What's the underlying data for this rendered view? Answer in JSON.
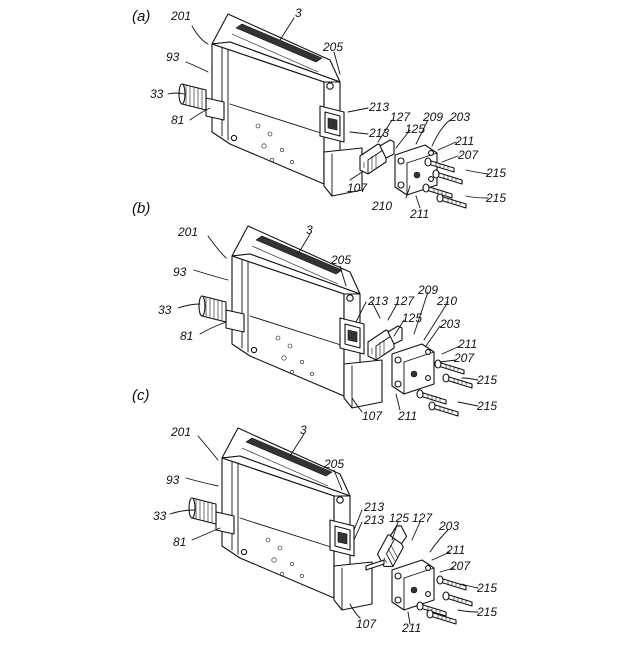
{
  "figure": {
    "panels": [
      {
        "id": "a",
        "label": "(a)"
      },
      {
        "id": "b",
        "label": "(b)"
      },
      {
        "id": "c",
        "label": "(c)"
      }
    ],
    "refs": {
      "r201": "201",
      "r3": "3",
      "r93": "93",
      "r205": "205",
      "r33": "33",
      "r81": "81",
      "r213": "213",
      "r127": "127",
      "r125": "125",
      "r209": "209",
      "r203": "203",
      "r211": "211",
      "r207": "207",
      "r215": "215",
      "r107": "107",
      "r210": "210"
    }
  }
}
